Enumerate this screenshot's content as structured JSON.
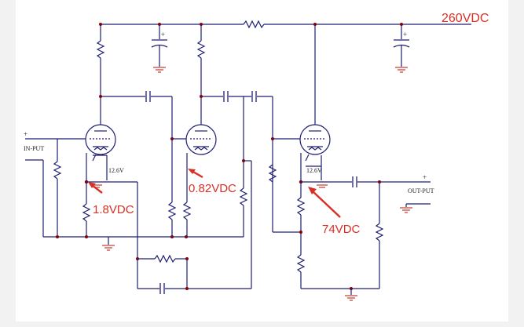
{
  "labels": {
    "supply": "260VDC",
    "input": "IN-PUT",
    "output": "OUT-PUT",
    "v1_cathode": "1.8VDC",
    "v2_cathode": "0.82VDC",
    "v3_cathode": "74VDC",
    "heater_v1": "12.6V",
    "heater_v3": "12.6V",
    "plus": "+"
  },
  "colors": {
    "wire": "#1f1f73",
    "annotation": "#d93025",
    "ground": "#c0392b",
    "node": "#8b0000"
  }
}
